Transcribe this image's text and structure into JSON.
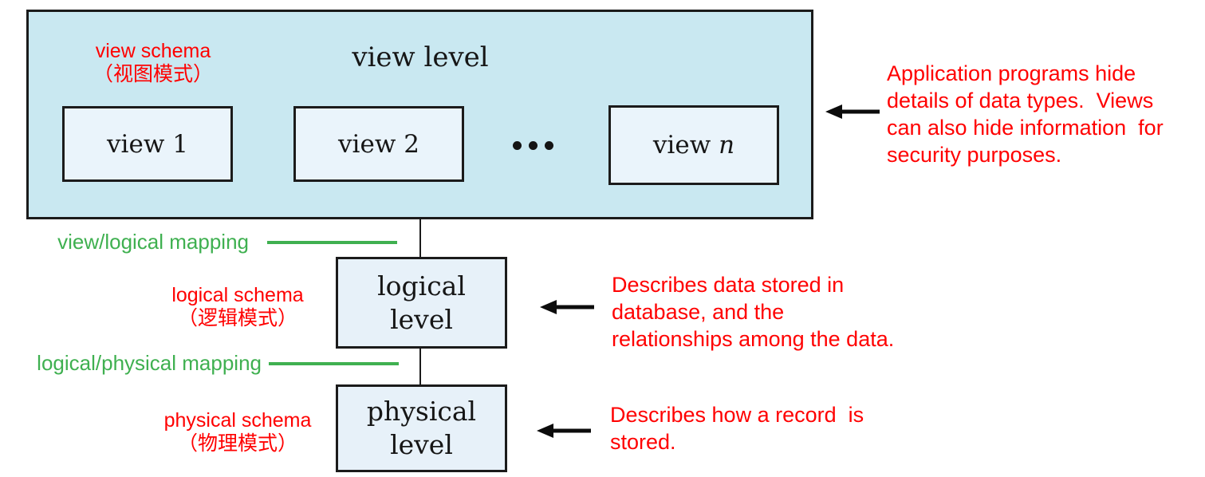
{
  "colors": {
    "big_box_fill": "#c9e8f1",
    "inner_box_fill": "#eaf4fb",
    "level_box_fill": "#e7f1f9",
    "border": "#1b1b1b",
    "annotation_red": "#ff0000",
    "mapping_green": "#3fb050"
  },
  "view_level": {
    "title": "view level",
    "schema_label": "view schema\n（视图模式）",
    "boxes": [
      {
        "label": "view 1"
      },
      {
        "label": "view 2"
      },
      {
        "label_prefix": "view ",
        "label_italic": "n"
      }
    ],
    "ellipsis": "● ● ●",
    "annotation": "Application programs hide\ndetails of data types.  Views\ncan also hide information  for\nsecurity purposes."
  },
  "mappings": [
    {
      "label": "view/logical mapping"
    },
    {
      "label": "logical/physical mapping"
    }
  ],
  "logical_level": {
    "box_label": "logical\nlevel",
    "schema_label": "logical schema\n（逻辑模式）",
    "annotation": "Describes data stored in\ndatabase, and the\nrelationships among the data."
  },
  "physical_level": {
    "box_label": "physical\nlevel",
    "schema_label": "physical schema\n（物理模式）",
    "annotation": "Describes how a record  is\nstored."
  }
}
